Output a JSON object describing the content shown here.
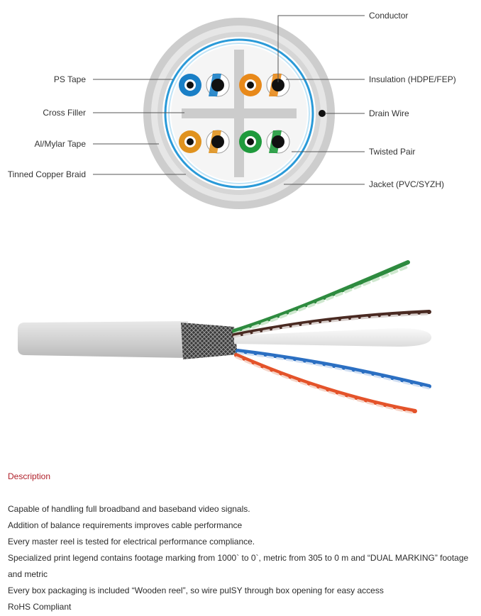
{
  "diagram": {
    "labels": {
      "ps_tape": "PS Tape",
      "cross_filler": "Cross Filler",
      "al_mylar_tape": "Al/Mylar Tape",
      "tinned_copper_braid": "Tinned Copper Braid",
      "conductor": "Conductor",
      "insulation": "Insulation (HDPE/FEP)",
      "drain_wire": "Drain Wire",
      "twisted_pair": "Twisted Pair",
      "jacket": "Jacket (PVC/SYZH)"
    },
    "colors": {
      "blue": "#1a7fc6",
      "orange": "#e8891a",
      "green": "#1f9a3c",
      "jacket": "#cfcfcf",
      "shield_ring": "#2a9ad8"
    }
  },
  "description": {
    "heading": "Description",
    "items": [
      "Capable of handling full broadband and baseband video signals.",
      "Addition of balance requirements improves cable performance",
      "Every master reel is tested for electrical performance compliance.",
      "Specialized print legend contains footage marking from 1000` to 0`, metric from 305 to 0 m and “DUAL MARKING” footage and metric",
      "Every box packaging is included “Wooden reel”, so wire pulSY through box opening for easy access",
      "RoHS Compliant"
    ]
  }
}
